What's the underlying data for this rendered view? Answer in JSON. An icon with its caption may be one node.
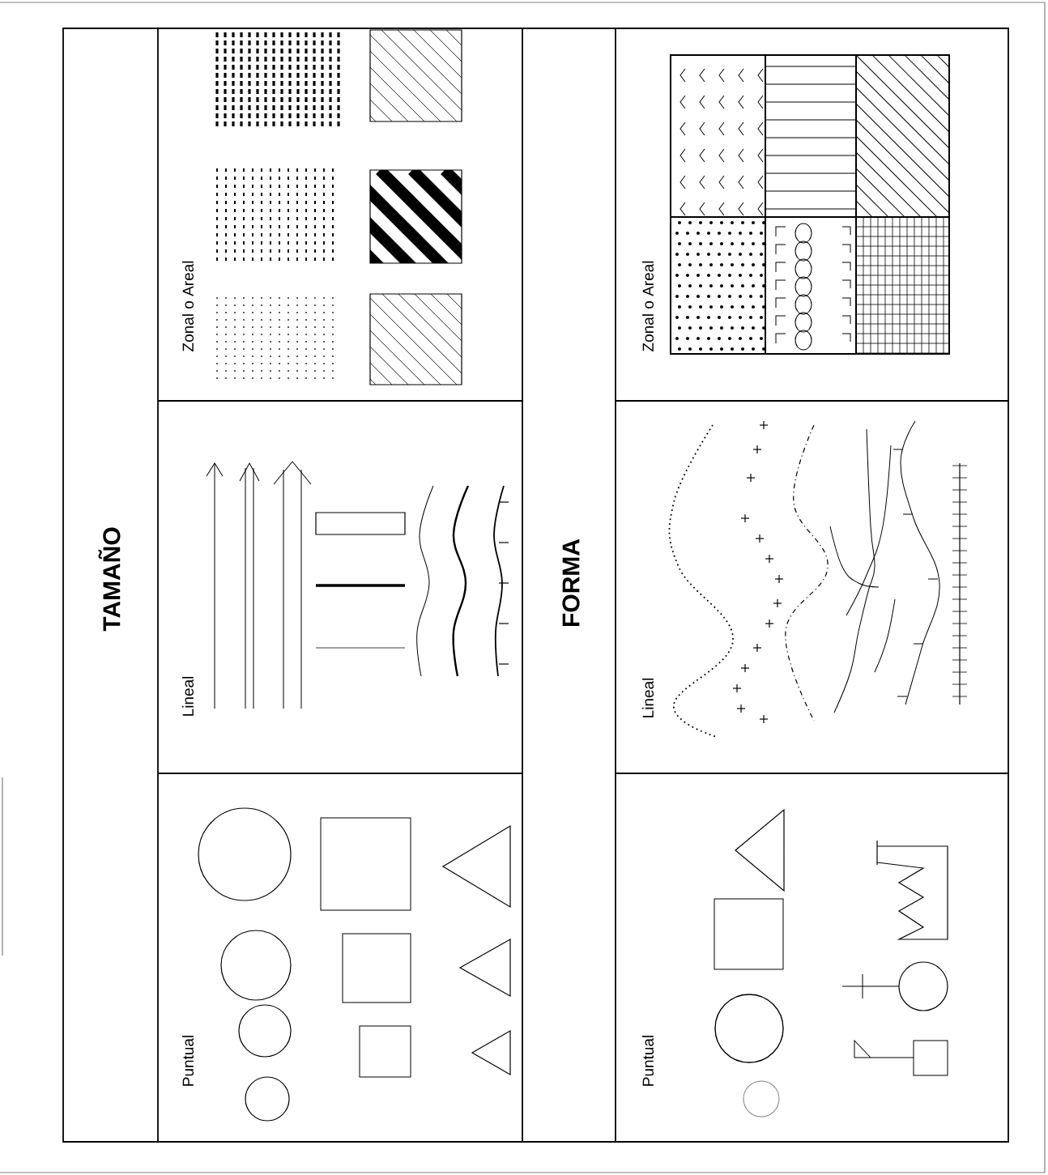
{
  "diagram": {
    "labels": [
      "TAMAÑO",
      "Puntual",
      "Lineal",
      "Zonal o Areal",
      "FORMA",
      "Puntual",
      "Lineal",
      "Zonal o Areal"
    ]
  }
}
